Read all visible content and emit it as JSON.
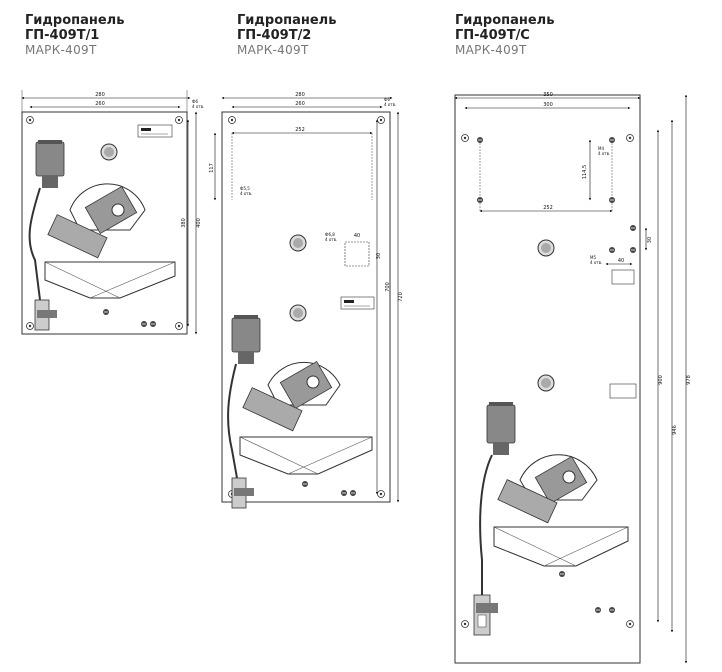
{
  "panels": [
    {
      "title_line1": "Гидропанель",
      "title_line2": "ГП-409Т/1",
      "subtitle": "МАРК-409Т",
      "dims": {
        "w_outer": "280",
        "w_inner": "260",
        "h_outer": "400",
        "h_inner": "380",
        "holes": "Ф6\n4 отв."
      }
    },
    {
      "title_line1": "Гидропанель",
      "title_line2": "ГП-409Т/2",
      "subtitle": "МАРК-409Т",
      "dims": {
        "w_outer": "280",
        "w_inner": "260",
        "w_mount": "252",
        "h_top": "117",
        "hole_small": "Ф5,5",
        "hole_small_n": "4 отв.",
        "h_outer": "720",
        "h_inner": "700",
        "holes": "Ф6",
        "holes_n": "4 отв.",
        "cut_d": "Ф6,8",
        "cut_n": "4 отв.",
        "cut_w": "40",
        "cut_h": "30"
      }
    },
    {
      "title_line1": "Гидропанель",
      "title_line2": "ГП-409Т/С",
      "subtitle": "МАРК-409Т",
      "dims": {
        "w_outer": "350",
        "w_inner": "300",
        "w_mount": "252",
        "h_top": "114,5",
        "hole_m4": "М4",
        "hole_m4_n": "4 отв.",
        "hole_m5": "М5",
        "hole_m5_n": "4 отв.",
        "cut_w": "40",
        "cut_h": "30",
        "h_inner": "900",
        "h_mid": "946",
        "h_outer": "978"
      }
    }
  ]
}
